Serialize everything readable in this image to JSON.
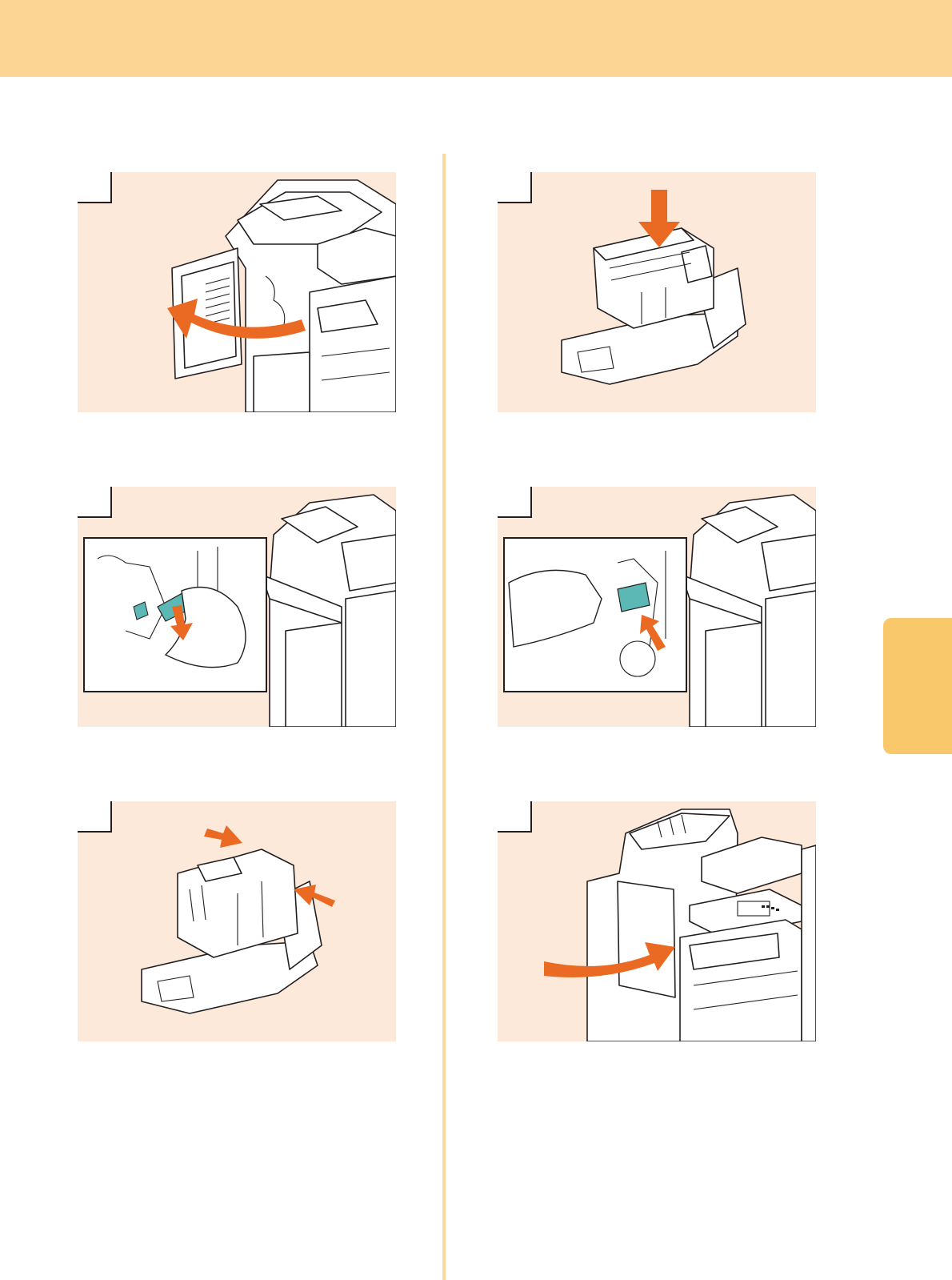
{
  "colors": {
    "header_band": "#fcd594",
    "side_tab": "#f9c86b",
    "divider": "#f8d9a0",
    "panel_bg": "#fde9da",
    "arrow": "#ea6a24",
    "staple_cartridge": "#5bb8b5",
    "line_art": "#231f20"
  },
  "steps": [
    {
      "number": "",
      "illustration": "open-front-cover",
      "icon": "curved-arrow-left"
    },
    {
      "number": "",
      "illustration": "insert-staple-case-top",
      "icon": "arrow-down"
    },
    {
      "number": "",
      "illustration": "pull-out-staple-cartridge",
      "icon": "arrow-down"
    },
    {
      "number": "",
      "illustration": "push-in-staple-cartridge",
      "icon": "arrow-up"
    },
    {
      "number": "",
      "illustration": "squeeze-staple-case-sides",
      "icon": "arrows-inward"
    },
    {
      "number": "",
      "illustration": "close-front-cover",
      "icon": "curved-arrow-right"
    }
  ]
}
